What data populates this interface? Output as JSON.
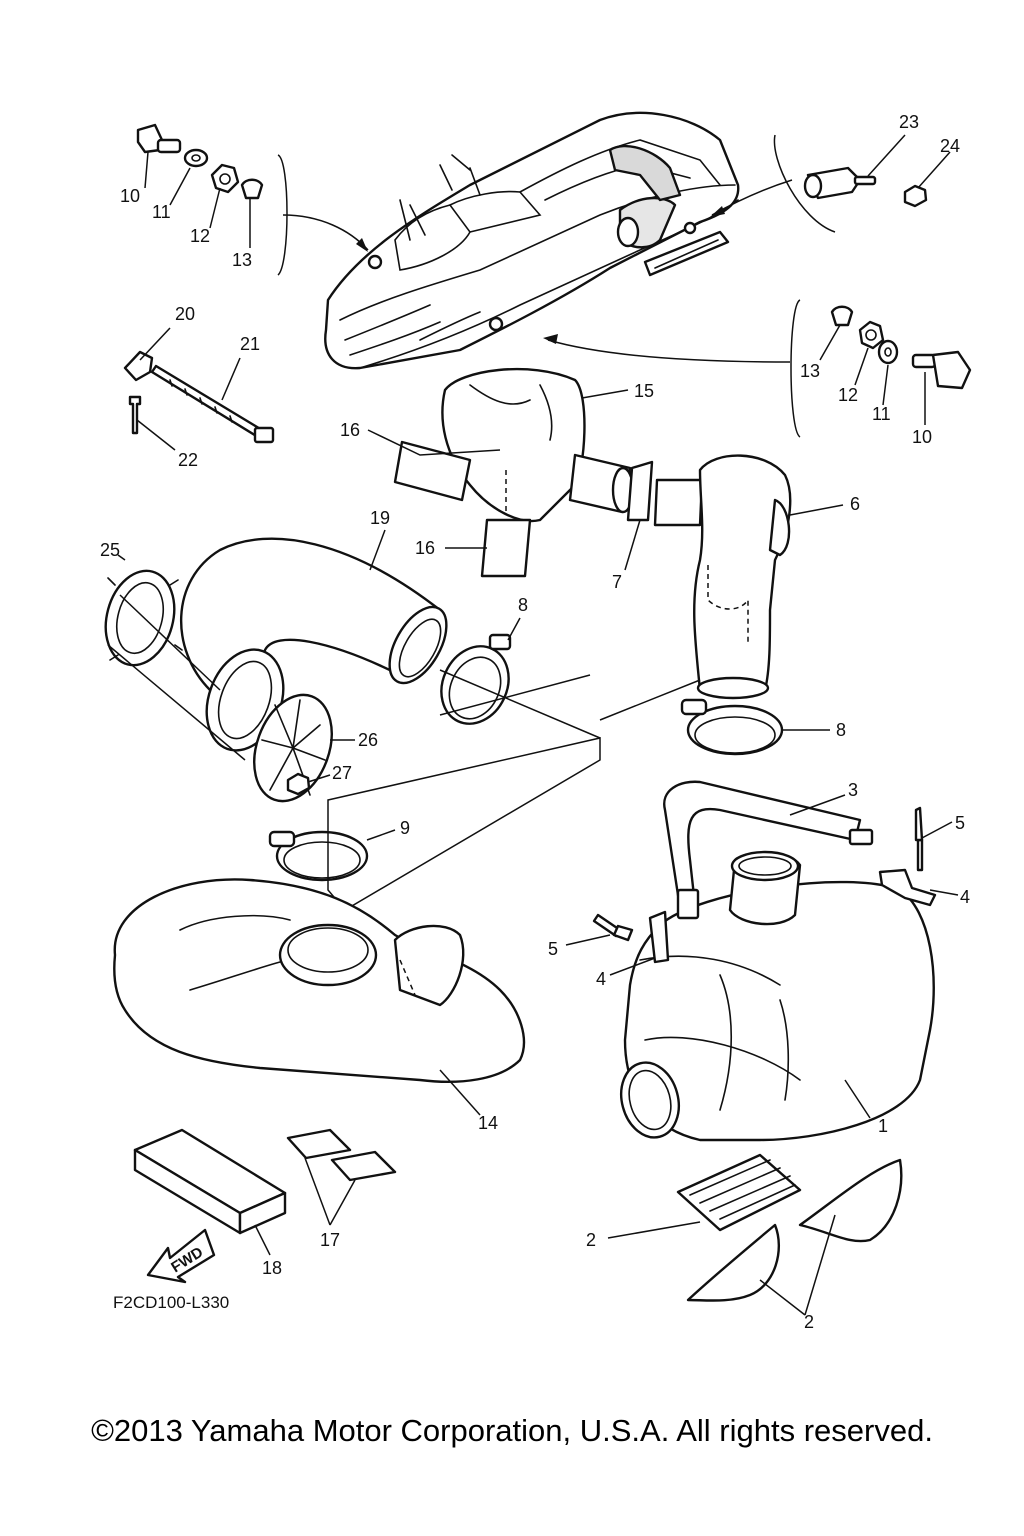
{
  "diagram": {
    "code": "F2CD100-L330",
    "fwd_label": "FWD",
    "callouts": {
      "p1": "1",
      "p2a": "2",
      "p2b": "2",
      "p3": "3",
      "p4a": "4",
      "p4b": "4",
      "p5a": "5",
      "p5b": "5",
      "p6": "6",
      "p7": "7",
      "p8a": "8",
      "p8b": "8",
      "p9": "9",
      "p10a": "10",
      "p10b": "10",
      "p11a": "11",
      "p11b": "11",
      "p12a": "12",
      "p12b": "12",
      "p13a": "13",
      "p13b": "13",
      "p14": "14",
      "p15": "15",
      "p16a": "16",
      "p16b": "16",
      "p17": "17",
      "p18": "18",
      "p19": "19",
      "p20": "20",
      "p21": "21",
      "p22": "22",
      "p23": "23",
      "p24": "24",
      "p25": "25",
      "p26": "26",
      "p27": "27"
    }
  },
  "footer": {
    "copyright": "©2013 Yamaha Motor Corporation, U.S.A. All rights reserved."
  }
}
